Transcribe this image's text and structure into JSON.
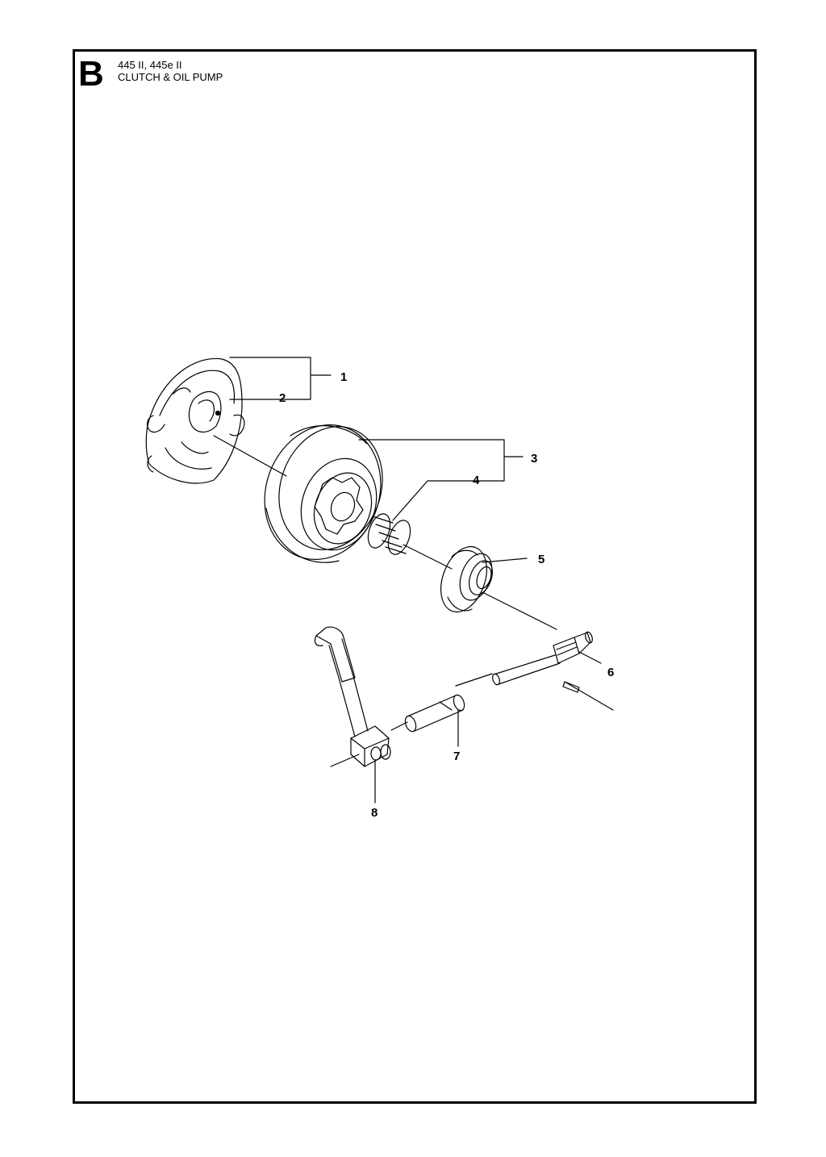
{
  "header": {
    "section_letter": "B",
    "models": "445 II, 445e II",
    "title": "CLUTCH & OIL PUMP"
  },
  "callouts": [
    "1",
    "2",
    "3",
    "4",
    "5",
    "6",
    "7",
    "8"
  ]
}
